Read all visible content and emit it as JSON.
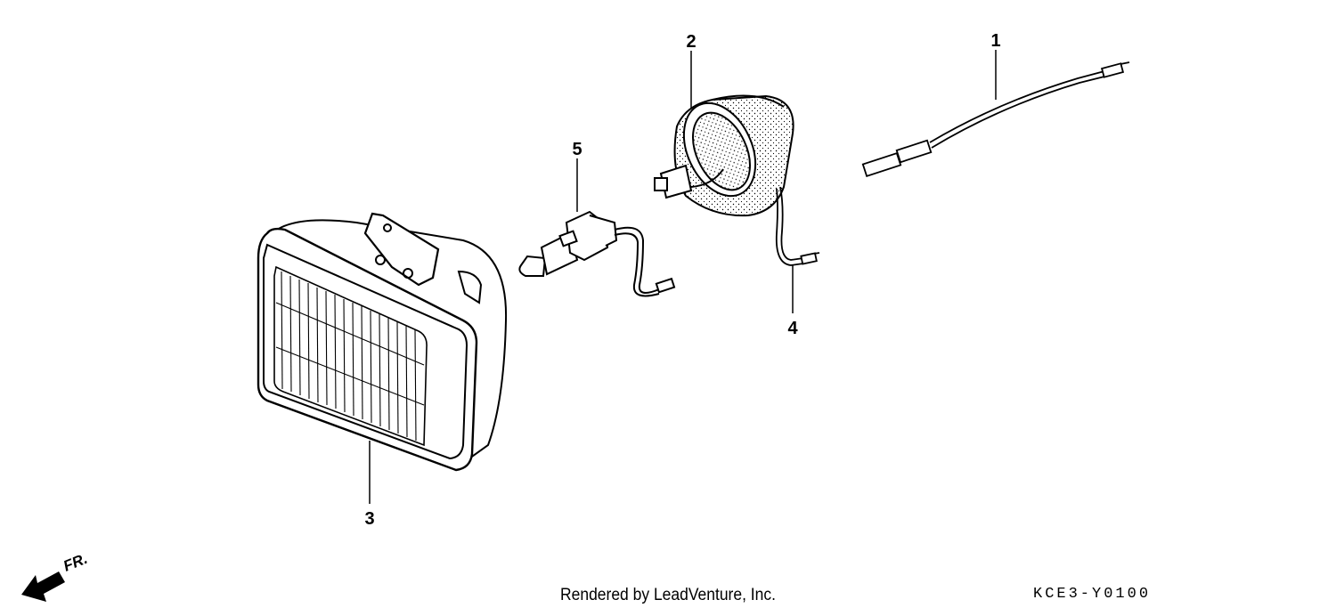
{
  "callouts": {
    "part1": "1",
    "part2": "2",
    "part3": "3",
    "part4": "4",
    "part5": "5"
  },
  "direction": {
    "label": "FR."
  },
  "footer": {
    "credit": "Rendered by LeadVenture, Inc.",
    "code": "KCE3-Y0100"
  }
}
